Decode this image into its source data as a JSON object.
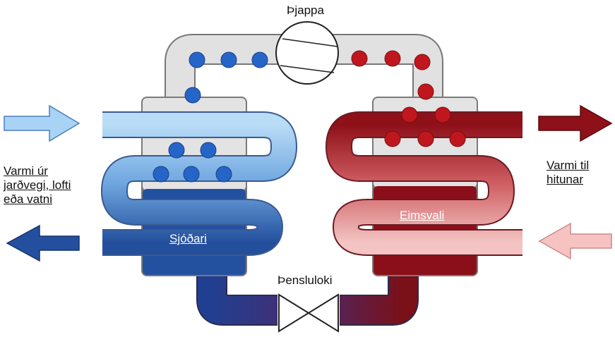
{
  "labels": {
    "compressor": "Þjappa",
    "expansion_valve": "Þensluloki",
    "evaporator": "Sjóðari",
    "condenser": "Eimsvali",
    "heat_source": [
      "Varmi úr",
      "jarðvegi, lofti",
      "eða vatni"
    ],
    "heat_output": [
      "Varmi til",
      "hitunar"
    ]
  },
  "colors": {
    "cold_light": "#a9d3f5",
    "cold_dark": "#1e4d96",
    "hot_light": "#f6c7c5",
    "hot_dark": "#7a1018",
    "vapor_cold_dot": "#2565c8",
    "vapor_hot_dot": "#c0171e",
    "pipe_gray": "#d9d9d9"
  }
}
